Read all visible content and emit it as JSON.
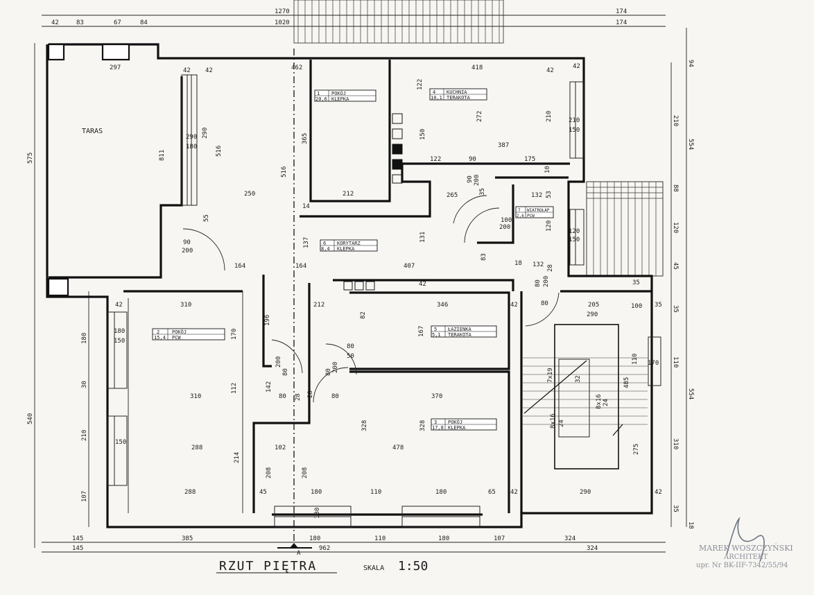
{
  "drawing": {
    "title": "RZUT PIĘTRA",
    "scale_label": "SKALA",
    "scale_value": "1:50",
    "section_marker": "A"
  },
  "stamp": {
    "name": "MAREK WOSZCZYŃSKI",
    "role": "ARCHITEKT",
    "license": "upr. Nr BK-IIF-7342/55/94"
  },
  "terrace_label": "TARAS",
  "rooms": [
    {
      "number": "1",
      "name": "POKÓJ",
      "area": "20,6",
      "finish": "KLEPKA"
    },
    {
      "number": "4",
      "name": "KUCHNIA",
      "area": "10,1",
      "finish": "TERAKOTA"
    },
    {
      "number": "7",
      "name": "WIATROŁAP",
      "area": "2,6",
      "finish": "PCW"
    },
    {
      "number": "6",
      "name": "KORYTARZ",
      "area": "8,4",
      "finish": "KLEPKA"
    },
    {
      "number": "2",
      "name": "POKÓJ",
      "area": "15,4",
      "finish": "PCW"
    },
    {
      "number": "5",
      "name": "ŁAZIENKA",
      "area": "5,1",
      "finish": "TERAKOTA"
    },
    {
      "number": "3",
      "name": "POKÓJ",
      "area": "17,8",
      "finish": "KLEPKA"
    }
  ],
  "dimensions": {
    "top_outer": [
      "1270",
      "174"
    ],
    "top_inner": [
      "42",
      "83",
      "67",
      "84",
      "1020",
      "174"
    ],
    "right_outer": [
      "94",
      "554",
      "554",
      "18"
    ],
    "right_inner": [
      "210",
      "88",
      "120",
      "45",
      "35",
      "110",
      "310",
      "35"
    ],
    "left_outer": [
      "575",
      "540"
    ],
    "left_inner": [
      "180",
      "30",
      "210",
      "107"
    ],
    "bottom_inner": [
      "145",
      "385",
      "180",
      "110",
      "180",
      "107",
      "324"
    ],
    "bottom_outer": [
      "145",
      "962",
      "324"
    ],
    "interior": [
      "297",
      "42",
      "42",
      "462",
      "418",
      "42",
      "42",
      "811",
      "290",
      "290",
      "180",
      "516",
      "516",
      "365",
      "250",
      "212",
      "14",
      "122",
      "272",
      "150",
      "210",
      "210",
      "150",
      "387",
      "122",
      "90",
      "175",
      "10",
      "265",
      "35",
      "90",
      "200",
      "132",
      "53",
      "100",
      "200",
      "120",
      "120",
      "150",
      "90",
      "200",
      "55",
      "164",
      "164",
      "137",
      "407",
      "131",
      "83",
      "18",
      "132",
      "28",
      "80",
      "200",
      "80",
      "35",
      "310",
      "42",
      "212",
      "42",
      "346",
      "42",
      "205",
      "290",
      "100",
      "35",
      "82",
      "167",
      "180",
      "150",
      "170",
      "196",
      "200",
      "80",
      "80",
      "200",
      "50",
      "80",
      "112",
      "142",
      "80",
      "28",
      "28",
      "80",
      "310",
      "370",
      "328",
      "328",
      "288",
      "214",
      "102",
      "478",
      "208",
      "208",
      "288",
      "45",
      "180",
      "110",
      "180",
      "65",
      "42",
      "290",
      "42",
      "150",
      "180",
      "7x19",
      "32",
      "24",
      "8x16",
      "24",
      "8x16",
      "485",
      "110",
      "170",
      "275"
    ]
  }
}
